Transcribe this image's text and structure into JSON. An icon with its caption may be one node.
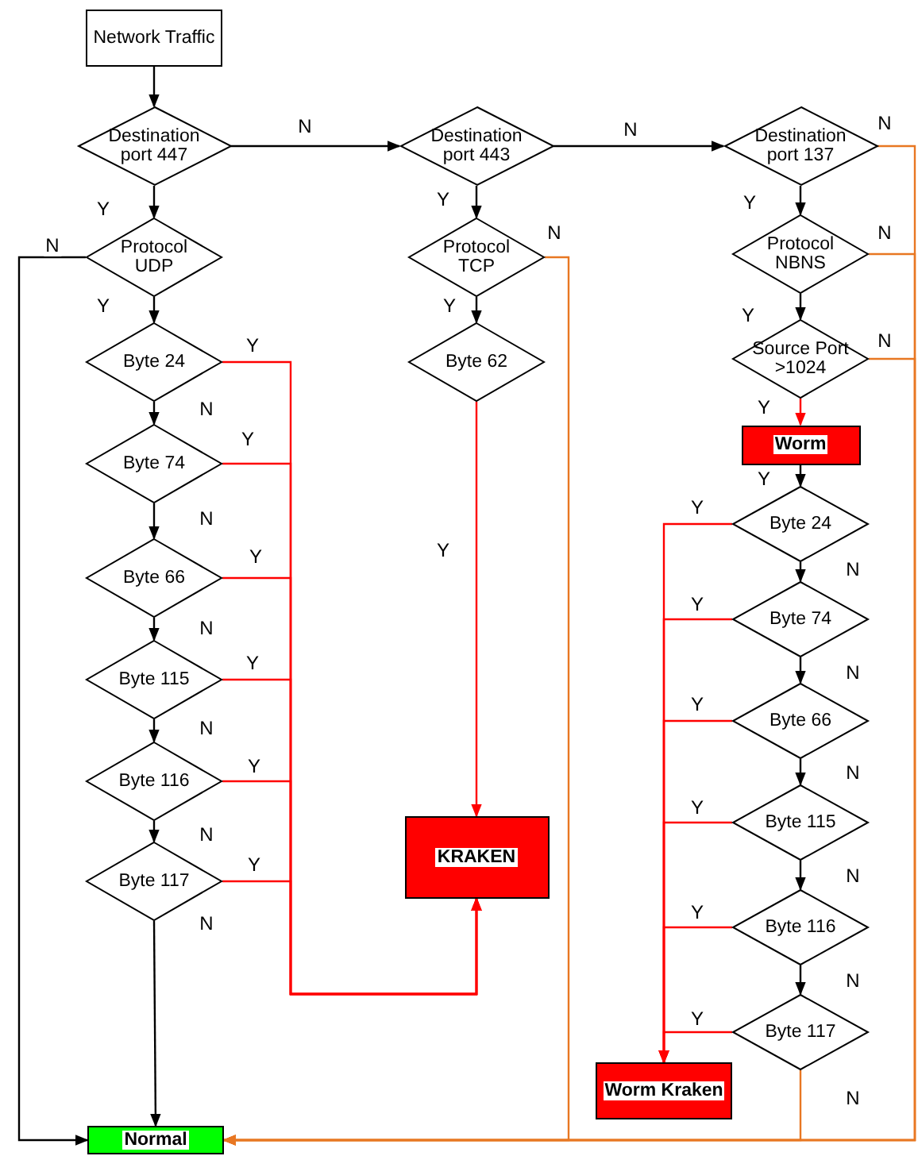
{
  "diagram": {
    "nodes": [
      {
        "text": [
          "Network Traffic"
        ]
      },
      {
        "text": [
          "Destination port 447"
        ]
      },
      {
        "text": [
          "Protocol UDP"
        ]
      },
      {
        "text": [
          "Byte 24"
        ]
      },
      {
        "text": [
          "Byte 74"
        ]
      },
      {
        "text": [
          "Byte 66"
        ]
      },
      {
        "text": [
          "Byte 115"
        ]
      },
      {
        "text": [
          "Byte 116"
        ]
      },
      {
        "text": [
          "Byte 117"
        ]
      },
      {
        "text": [
          "Normal"
        ]
      },
      {
        "text": [
          "Destination port 443"
        ]
      },
      {
        "text": [
          "Protocol TCP"
        ]
      },
      {
        "text": [
          "Byte 62"
        ]
      },
      {
        "text": [
          "KRAKEN"
        ]
      },
      {
        "text": [
          "Destination port 137"
        ]
      },
      {
        "text": [
          "Protocol NBNS"
        ]
      },
      {
        "text": [
          "Source Port >1024"
        ]
      },
      {
        "text": [
          "Worm"
        ]
      },
      {
        "text": [
          "Byte 24"
        ]
      },
      {
        "text": [
          "Byte 74"
        ]
      },
      {
        "text": [
          "Byte 66"
        ]
      },
      {
        "text": [
          "Byte 115"
        ]
      },
      {
        "text": [
          "Byte 116"
        ]
      },
      {
        "text": [
          "Byte 117"
        ]
      },
      {
        "text": [
          "Worm Kraken"
        ]
      }
    ],
    "edges": [
      {
        "from": 0,
        "to": 1,
        "arrow": "to"
      },
      {
        "from": 1,
        "to": 10,
        "arrow": "to",
        "label": "N"
      },
      {
        "from": 10,
        "to": 14,
        "arrow": "to",
        "label": "N"
      },
      {
        "from": 1,
        "to": 2,
        "arrow": "to",
        "label": "Y"
      },
      {
        "from": 2,
        "to": 3,
        "arrow": "to",
        "label": "Y"
      },
      {
        "from": 2,
        "to": 9,
        "arrow": "to",
        "label": "N"
      },
      {
        "from": 3,
        "to": 4,
        "arrow": "to",
        "label": "N"
      },
      {
        "from": 4,
        "to": 5,
        "arrow": "to",
        "label": "N"
      },
      {
        "from": 5,
        "to": 6,
        "arrow": "to",
        "label": "N"
      },
      {
        "from": 6,
        "to": 7,
        "arrow": "to",
        "label": "N"
      },
      {
        "from": 7,
        "to": 8,
        "arrow": "to",
        "label": "N"
      },
      {
        "from": 8,
        "to": 9,
        "arrow": "to",
        "label": "N"
      },
      {
        "from": 3,
        "to": 13,
        "arrow": "to",
        "label": "Y",
        "color": "#ff0000"
      },
      {
        "from": 4,
        "to": 13,
        "arrow": "to",
        "label": "Y",
        "color": "#ff0000"
      },
      {
        "from": 5,
        "to": 13,
        "arrow": "to",
        "label": "Y",
        "color": "#ff0000"
      },
      {
        "from": 6,
        "to": 13,
        "arrow": "to",
        "label": "Y",
        "color": "#ff0000"
      },
      {
        "from": 7,
        "to": 13,
        "arrow": "to",
        "label": "Y",
        "color": "#ff0000"
      },
      {
        "from": 8,
        "to": 13,
        "arrow": "to",
        "label": "Y",
        "color": "#ff0000"
      },
      {
        "from": 10,
        "to": 11,
        "arrow": "to",
        "label": "Y"
      },
      {
        "from": 11,
        "to": 12,
        "arrow": "to",
        "label": "Y"
      },
      {
        "from": 12,
        "to": 13,
        "arrow": "to",
        "label": "Y",
        "color": "#ff0000"
      },
      {
        "from": 11,
        "to": 9,
        "arrow": "to",
        "label": "N",
        "color": "#e87722"
      },
      {
        "from": 14,
        "to": 15,
        "arrow": "to",
        "label": "Y"
      },
      {
        "from": 14,
        "to": 9,
        "arrow": "to",
        "label": "N",
        "color": "#e87722"
      },
      {
        "from": 15,
        "to": 16,
        "arrow": "to",
        "label": "Y"
      },
      {
        "from": 15,
        "to": 9,
        "arrow": "to",
        "label": "N",
        "color": "#e87722"
      },
      {
        "from": 16,
        "to": 17,
        "arrow": "to",
        "label": "Y",
        "color": "#ff0000"
      },
      {
        "from": 16,
        "to": 9,
        "arrow": "to",
        "label": "N",
        "color": "#e87722"
      },
      {
        "from": 17,
        "to": 18,
        "arrow": "to",
        "label": "Y"
      },
      {
        "from": 18,
        "to": 19,
        "arrow": "to",
        "label": "N"
      },
      {
        "from": 19,
        "to": 20,
        "arrow": "to",
        "label": "N"
      },
      {
        "from": 20,
        "to": 21,
        "arrow": "to",
        "label": "N"
      },
      {
        "from": 21,
        "to": 22,
        "arrow": "to",
        "label": "N"
      },
      {
        "from": 22,
        "to": 23,
        "arrow": "to",
        "label": "N"
      },
      {
        "from": 23,
        "to": 9,
        "arrow": "to",
        "label": "N",
        "color": "#e87722"
      },
      {
        "from": 18,
        "to": 24,
        "arrow": "to",
        "label": "Y",
        "color": "#ff0000"
      },
      {
        "from": 19,
        "to": 24,
        "arrow": "to",
        "label": "Y",
        "color": "#ff0000"
      },
      {
        "from": 20,
        "to": 24,
        "arrow": "to",
        "label": "Y",
        "color": "#ff0000"
      },
      {
        "from": 21,
        "to": 24,
        "arrow": "to",
        "label": "Y",
        "color": "#ff0000"
      },
      {
        "from": 22,
        "to": 24,
        "arrow": "to",
        "label": "Y",
        "color": "#ff0000"
      },
      {
        "from": 23,
        "to": 24,
        "arrow": "to",
        "label": "Y",
        "color": "#ff0000"
      }
    ]
  }
}
